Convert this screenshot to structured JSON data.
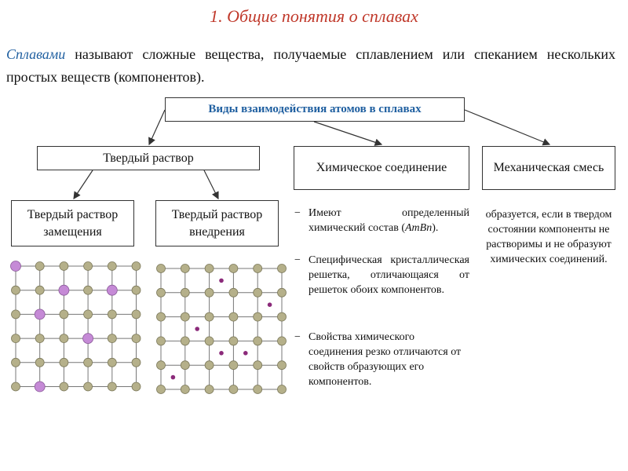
{
  "title": "1. Общие понятия о сплавах",
  "intro": {
    "term": "Сплавами",
    "text": " называют сложные вещества, получаемые сплавлением или спеканием нескольких простых веществ (компонентов)."
  },
  "diagram": {
    "root": "Виды взаимодействия атомов в сплавах",
    "solid_solution": "Твердый раствор",
    "chemical_compound": "Химическое соединение",
    "mechanical_mixture": "Механическая смесь",
    "substitution": "Твердый раствор замещения",
    "interstitial": "Твердый раствор внедрения"
  },
  "chemical_bullets": [
    {
      "text_before": "Имеют определенный химический состав (",
      "formula": "AmBn",
      "text_after": ")."
    },
    {
      "text": "Специфическая кристаллическая решетка, отличающаяся от решеток обоих компонентов."
    },
    {
      "text": "Свойства химического соединения резко отличаются от свойств образующих его компонентов."
    }
  ],
  "mechanical_text": "образуется, если в твердом состоянии компоненты не растворимы и не образуют химических соединений.",
  "colors": {
    "title": "#c0392b",
    "accent_blue": "#1f5fa0",
    "lattice_atom": "#b5b08a",
    "substitution_atom": "#c58ad6",
    "interstitial_atom": "#8b2a7a"
  }
}
